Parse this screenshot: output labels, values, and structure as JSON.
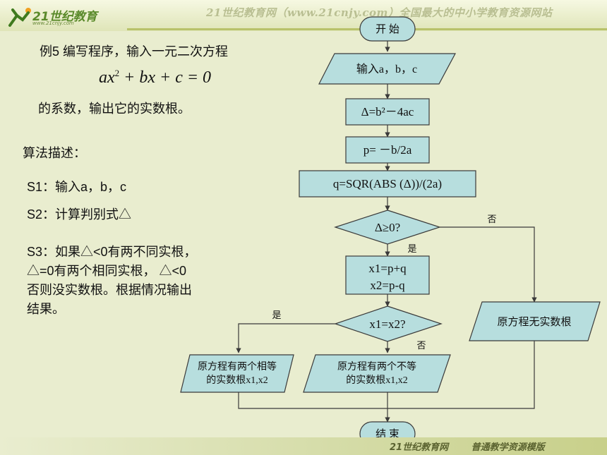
{
  "header": {
    "logo_text": "21世纪教育",
    "logo_url": "www.21cnjy.com",
    "site_title": "21世纪教育网（www.21cnjy.com）全国最大的中小学教育资源网站"
  },
  "footer": {
    "text": "21世纪教育网 普通教学资源模版"
  },
  "problem": {
    "line1": "例5  编写程序，输入一元二次方程",
    "equation": {
      "a": "ax",
      "exp": "2",
      "rest": " + bx + c = 0"
    },
    "line2": "的系数，输出它的实数根。"
  },
  "algorithm": {
    "heading": "算法描述：",
    "s1": "S1：输入a，b，c",
    "s2": "S2：计算判别式△",
    "s3_line1": "S3：如果△<0有两不同实根，",
    "s3_line2": "△=0有两个相同实根，  △<0",
    "s3_line3": "否则没实数根。根据情况输出",
    "s3_line4": "结果。"
  },
  "flowchart": {
    "start": "开 始",
    "input": "输入a，b，c",
    "delta": "Δ=b²－4ac",
    "p": "p= －b/2a",
    "q": "q=SQR(ABS (Δ))/(2a)",
    "decision1": "Δ≥0?",
    "decision1_no": "否",
    "decision1_yes": "是",
    "x1": "x1=p+q",
    "x2": "x2=p-q",
    "decision2": "x1=x2?",
    "decision2_yes": "是",
    "decision2_no": "否",
    "no_root": "原方程无实数根",
    "equal_line1": "原方程有两个相等",
    "equal_line2": "的实数根x1,x2",
    "unequal_line1": "原方程有两个不等",
    "unequal_line2": "的实数根x1,x2",
    "end": "结 束"
  },
  "colors": {
    "background": "#e9edcf",
    "shape_fill": "#b7dede",
    "line": "#3a3a3a"
  }
}
